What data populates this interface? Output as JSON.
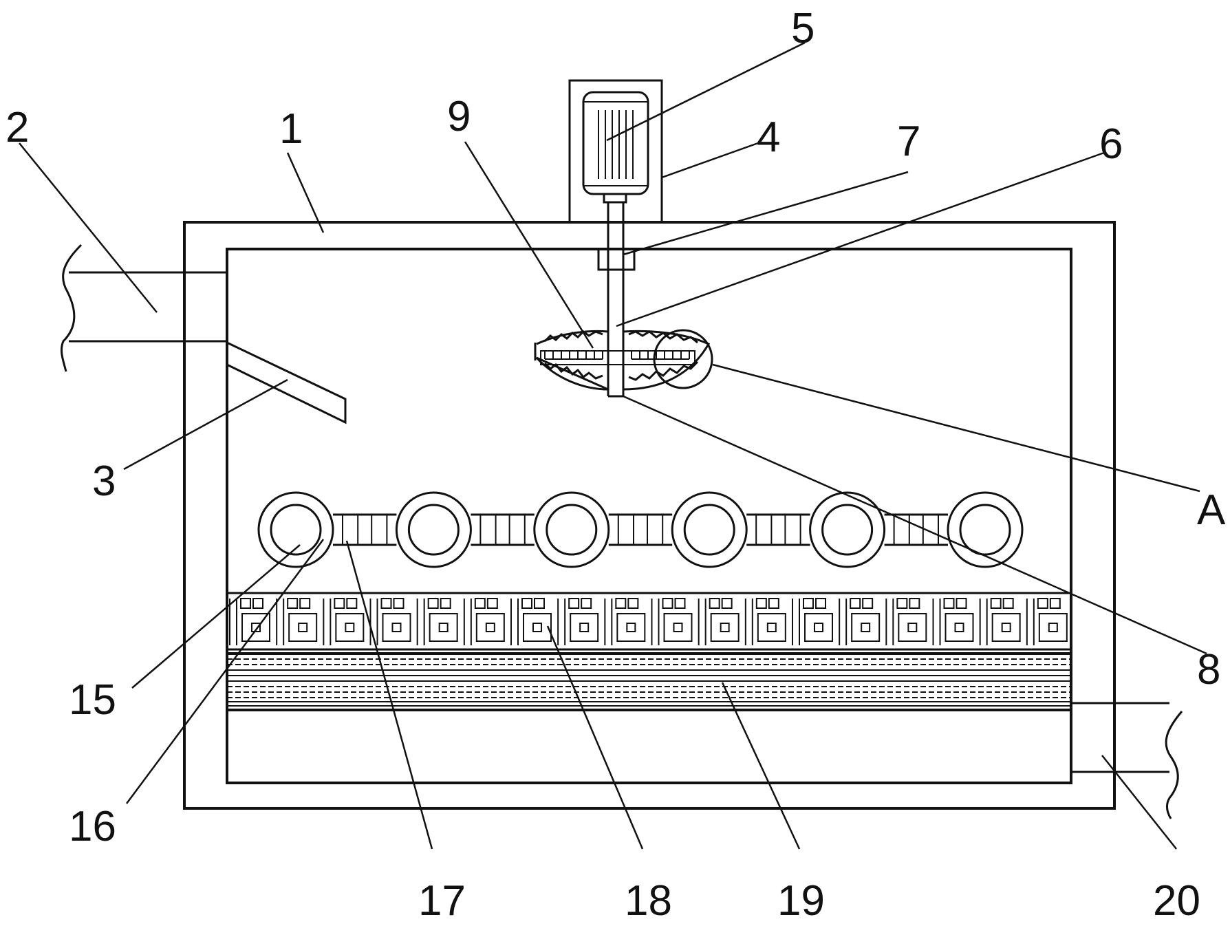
{
  "labels": {
    "n1": "1",
    "n2": "2",
    "n3": "3",
    "n4": "4",
    "n5": "5",
    "n6": "6",
    "n7": "7",
    "n8": "8",
    "n9": "9",
    "nA": "A",
    "n15": "15",
    "n16": "16",
    "n17": "17",
    "n18": "18",
    "n19": "19",
    "n20": "20"
  },
  "rollers": {
    "count": 6
  },
  "filter_cells": {
    "count": 18
  }
}
